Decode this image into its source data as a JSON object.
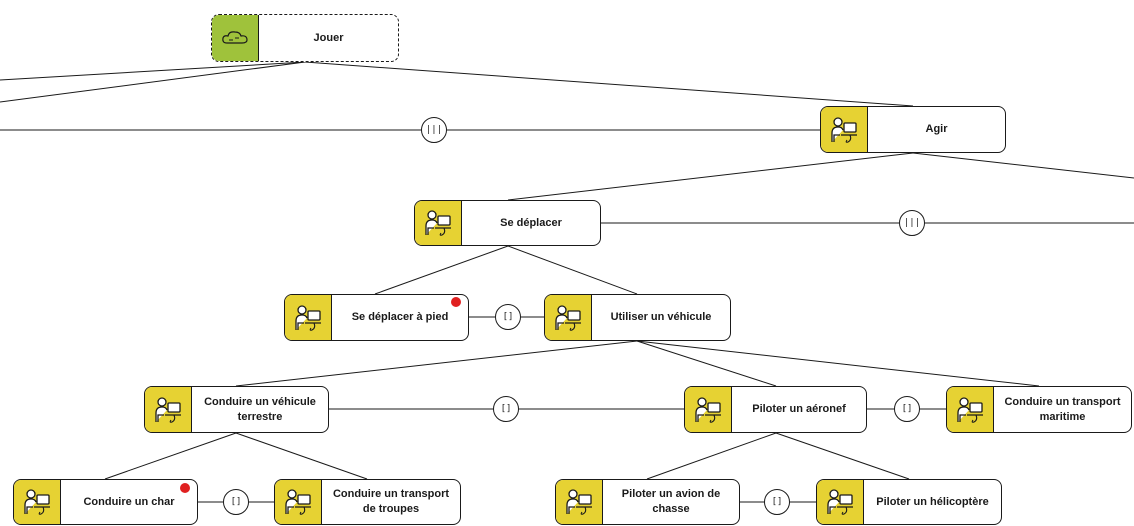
{
  "nodes": [
    {
      "id": "jouer",
      "label": "Jouer",
      "icon": "cloud-icon",
      "color": "#9fc23b",
      "dashed": true
    },
    {
      "id": "agir",
      "label": "Agir",
      "icon": "person-laptop-icon",
      "color": "#e6d233"
    },
    {
      "id": "se-deplacer",
      "label": "Se déplacer",
      "icon": "person-laptop-icon",
      "color": "#e6d233"
    },
    {
      "id": "se-deplacer-pied",
      "label": "Se déplacer à pied",
      "icon": "person-laptop-icon",
      "color": "#e6d233",
      "marker": true
    },
    {
      "id": "utiliser-vehicule",
      "label": "Utiliser un véhicule",
      "icon": "person-laptop-icon",
      "color": "#e6d233"
    },
    {
      "id": "conduire-terrestre",
      "label": "Conduire un véhicule terrestre",
      "icon": "person-laptop-icon",
      "color": "#e6d233"
    },
    {
      "id": "piloter-aeronef",
      "label": "Piloter un aéronef",
      "icon": "person-laptop-icon",
      "color": "#e6d233"
    },
    {
      "id": "conduire-maritime",
      "label": "Conduire un transport maritime",
      "icon": "person-laptop-icon",
      "color": "#e6d233"
    },
    {
      "id": "conduire-char",
      "label": "Conduire un char",
      "icon": "person-laptop-icon",
      "color": "#e6d233",
      "marker": true
    },
    {
      "id": "conduire-troupes",
      "label": "Conduire un transport de troupes",
      "icon": "person-laptop-icon",
      "color": "#e6d233"
    },
    {
      "id": "piloter-avion",
      "label": "Piloter un avion de chasse",
      "icon": "person-laptop-icon",
      "color": "#e6d233"
    },
    {
      "id": "piloter-helico",
      "label": "Piloter un hélicoptère",
      "icon": "person-laptop-icon",
      "color": "#e6d233"
    }
  ],
  "operators": [
    {
      "id": "op-root",
      "symbol": "|||"
    },
    {
      "id": "op-agir",
      "symbol": "|||"
    },
    {
      "id": "op-deplacer",
      "symbol": "[]"
    },
    {
      "id": "op-vehicule-a",
      "symbol": "[]"
    },
    {
      "id": "op-vehicule-b",
      "symbol": "[]"
    },
    {
      "id": "op-terrestre",
      "symbol": "[]"
    },
    {
      "id": "op-aeronef",
      "symbol": "[]"
    }
  ]
}
